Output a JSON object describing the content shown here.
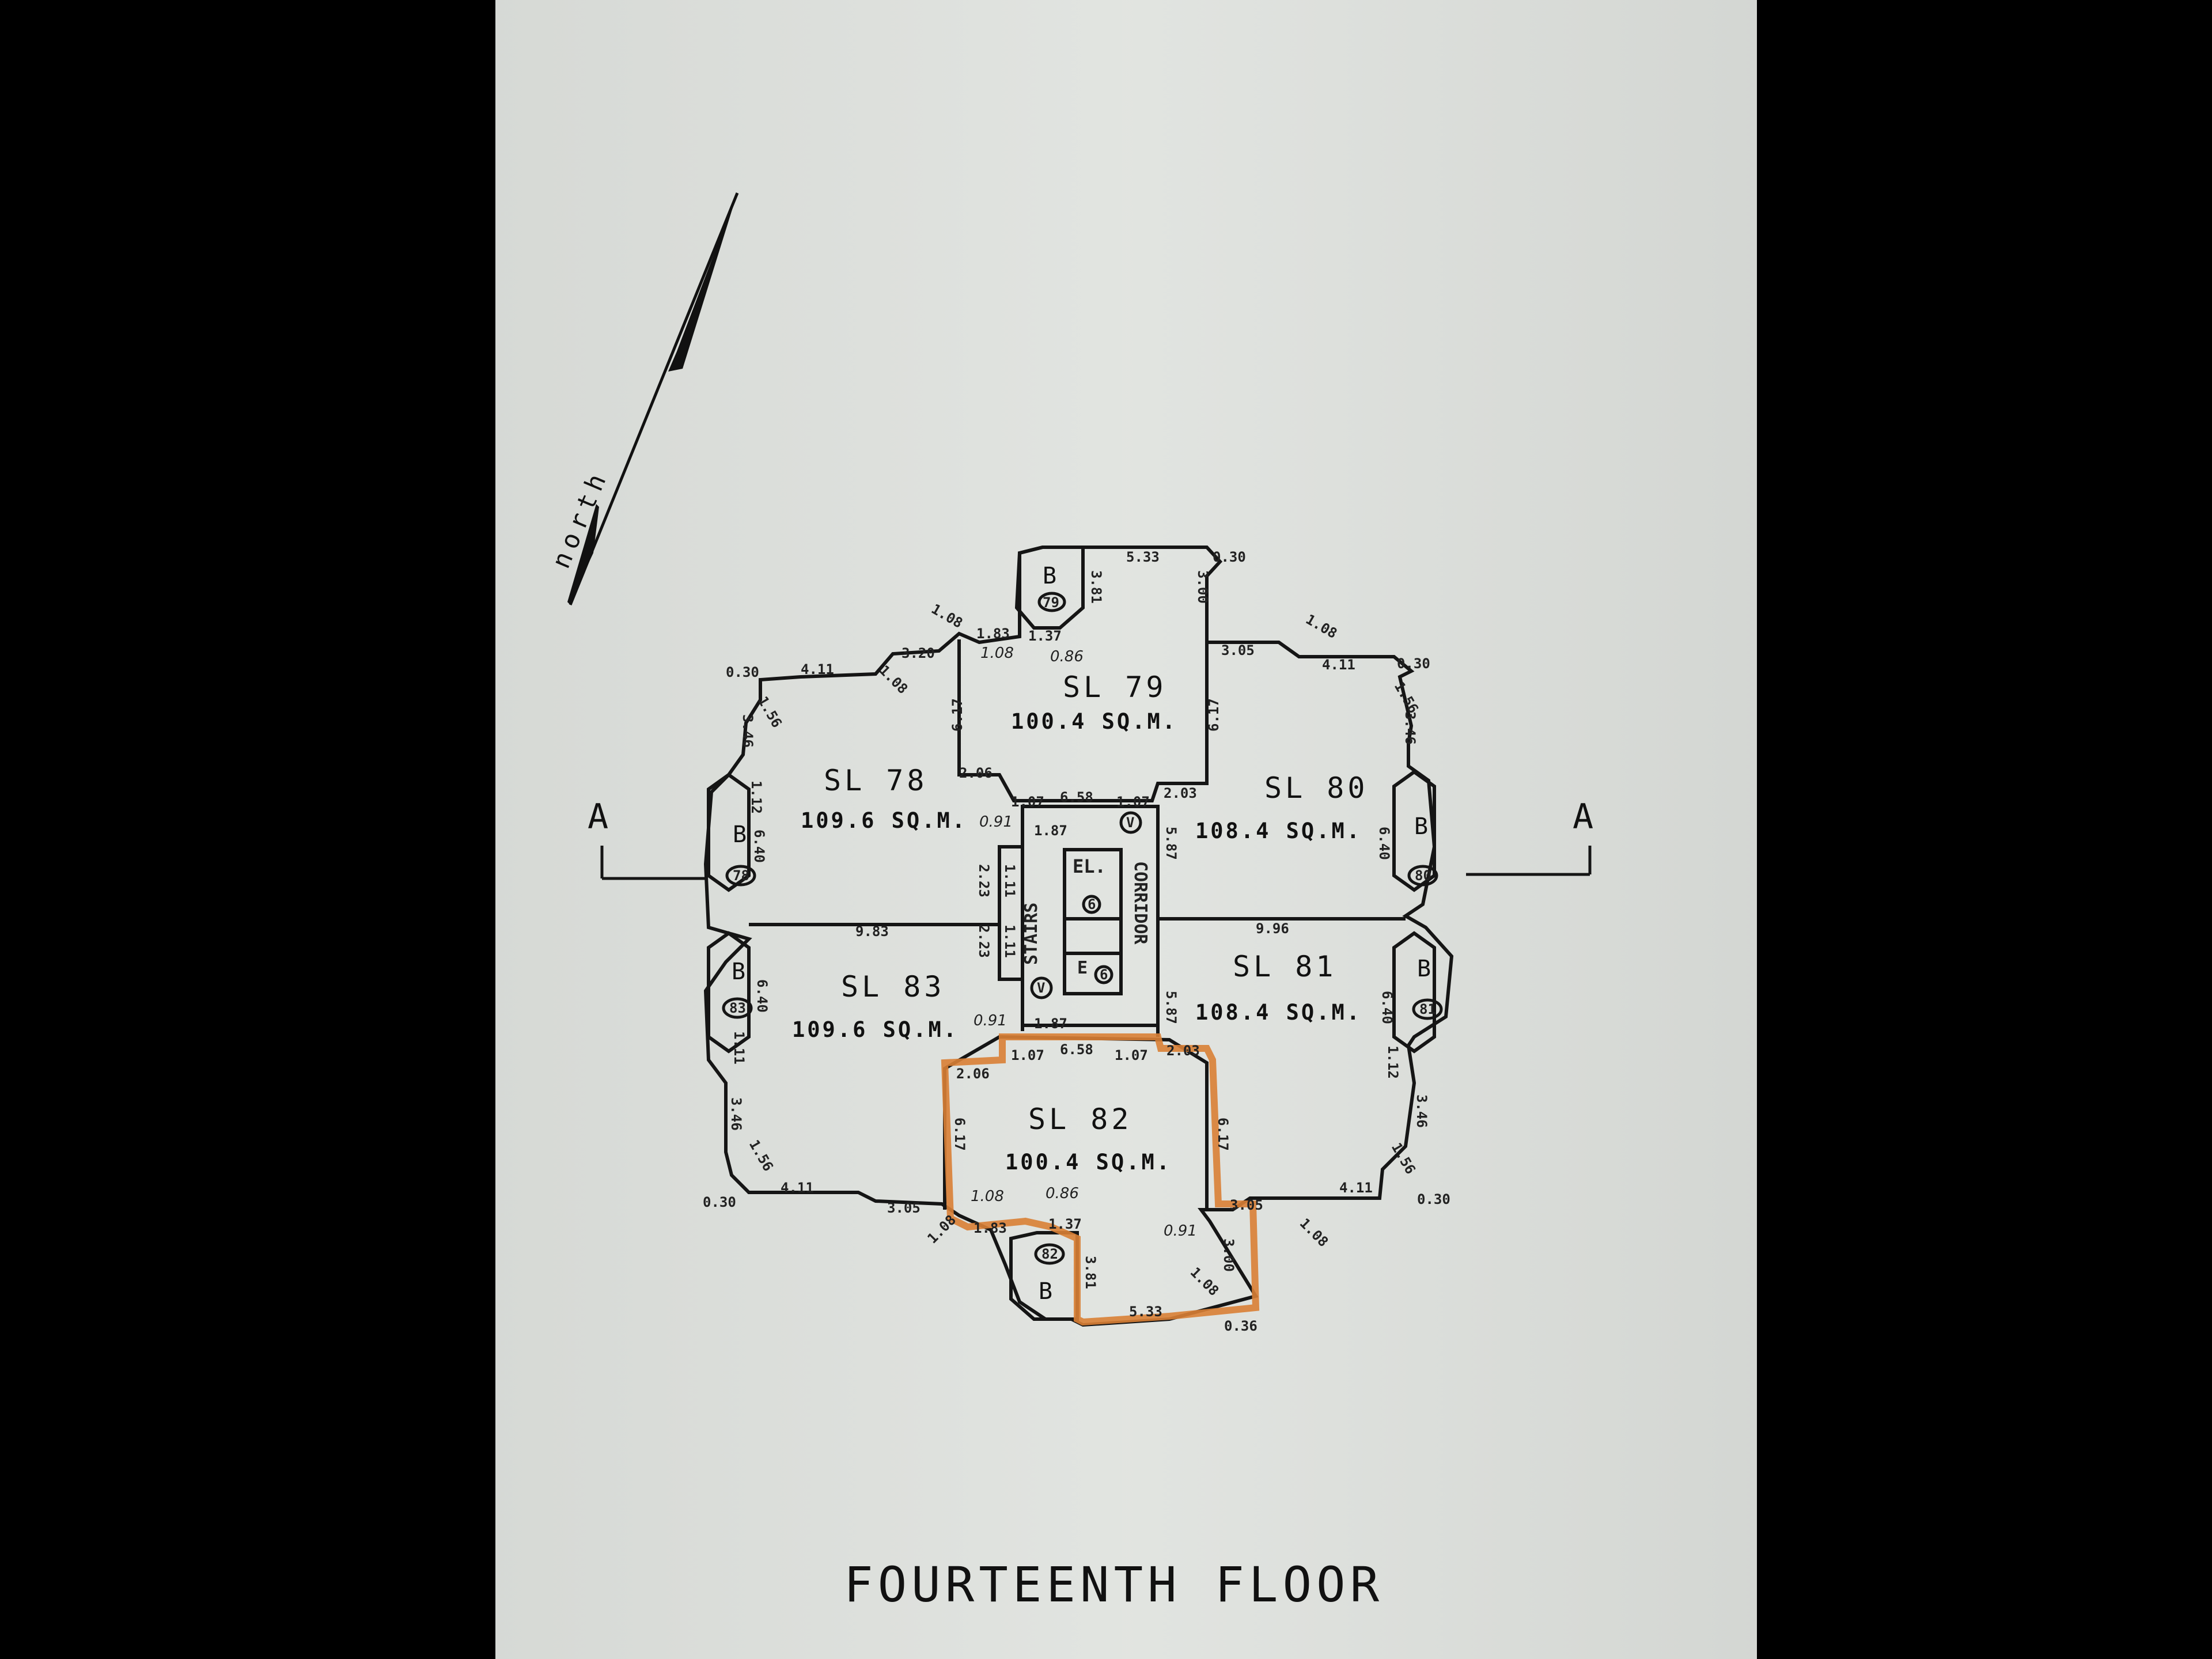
{
  "title": "FOURTEENTH FLOOR",
  "north_label": "north",
  "section_marker": "A",
  "units": [
    {
      "id": "sl79",
      "name": "SL 79",
      "area": "100.4 SQ.M."
    },
    {
      "id": "sl78",
      "name": "SL 78",
      "area": "109.6 SQ.M."
    },
    {
      "id": "sl80",
      "name": "SL 80",
      "area": "108.4 SQ.M."
    },
    {
      "id": "sl83",
      "name": "SL 83",
      "area": "109.6 SQ.M."
    },
    {
      "id": "sl81",
      "name": "SL 81",
      "area": "108.4 SQ.M."
    },
    {
      "id": "sl82",
      "name": "SL 82",
      "area": "100.4 SQ.M."
    }
  ],
  "balcony_label": "B",
  "balcony_numbers": [
    "79",
    "78",
    "80",
    "83",
    "81",
    "82"
  ],
  "core": {
    "stairs": "STAIRS",
    "corridor": "CORRIDOR",
    "elevator": "EL.",
    "e_label": "E",
    "elevator_number": "6",
    "v_label": "V"
  },
  "highlight_color": "#d97f35",
  "dimensions": {
    "top": [
      "5.33",
      "0.30",
      "3.81",
      "1.08",
      "1.83",
      "1.37",
      "1.08",
      "0.86",
      "3.05",
      "1.08",
      "4.11",
      "0.30",
      "0.30",
      "4.11",
      "3.20",
      "1.08",
      "1.56",
      "1.56",
      "3.46",
      "3.46",
      "6.17",
      "6.17",
      "2.06",
      "2.03",
      "1.07",
      "6.58",
      "1.07",
      "0.91",
      "1.87",
      "5.87",
      "6.40",
      "6.40",
      "1.12",
      "3.00"
    ],
    "middle": [
      "9.83",
      "9.96",
      "2.23",
      "2.23",
      "1.11",
      "1.11"
    ],
    "bottom": [
      "6.40",
      "6.40",
      "1.87",
      "5.87",
      "0.91",
      "1.07",
      "6.58",
      "1.07",
      "2.06",
      "2.03",
      "3.46",
      "3.46",
      "6.17",
      "6.17",
      "1.56",
      "1.56",
      "4.11",
      "4.11",
      "0.30",
      "0.30",
      "3.05",
      "3.05",
      "1.08",
      "1.08",
      "1.08",
      "0.86",
      "1.83",
      "1.37",
      "0.91",
      "3.00",
      "3.81",
      "5.33",
      "0.36",
      "1.08",
      "1.12",
      "1.11"
    ]
  }
}
